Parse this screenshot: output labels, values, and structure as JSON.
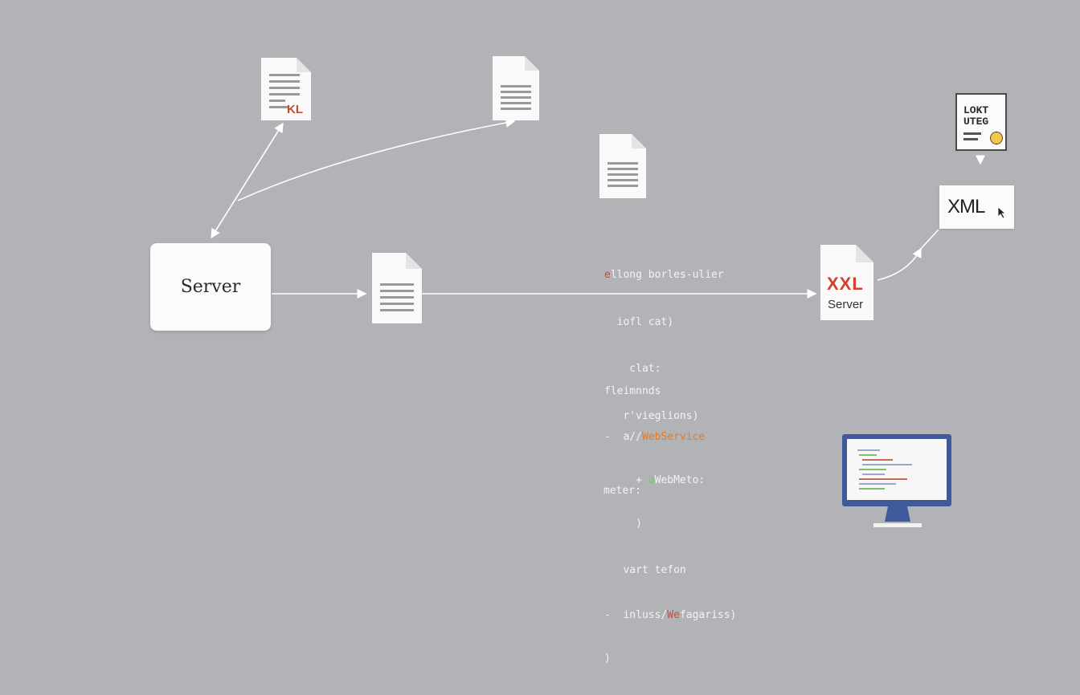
{
  "server": {
    "label": "Server"
  },
  "doc_kl": {
    "label": "KL"
  },
  "doc_xxl": {
    "word": "XXL",
    "label": "Server"
  },
  "lokt": {
    "text": "LOKT\nUTEG"
  },
  "xml_box": {
    "label": "XML"
  },
  "code_block_1": {
    "lines": [
      {
        "prefix": "e",
        "text": "llong borles-ulier"
      },
      {
        "prefix": "",
        "text": "  iofl cat)"
      },
      {
        "prefix": "",
        "text": "    clat:"
      },
      {
        "prefix": "",
        "text": "   r'vieglions)"
      }
    ]
  },
  "code_block_2": {
    "line1": "fleimnnds",
    "line2_a": "-  a//",
    "line2_b": "WebService",
    "line3_a": "     + ",
    "line3_b": "a",
    "line3_c": "WebMeto:",
    "line4": "     )",
    "line5": "   vart tefon",
    "line6_a": "-  inluss/",
    "line6_b": "We",
    "line6_c": "fagariss)",
    "line7": ")"
  },
  "code_block_3": {
    "text": "meter:"
  },
  "colors": {
    "background": "#b2b3b7",
    "accent_red": "#d2402e",
    "monitor_frame": "#3e5a9a"
  }
}
